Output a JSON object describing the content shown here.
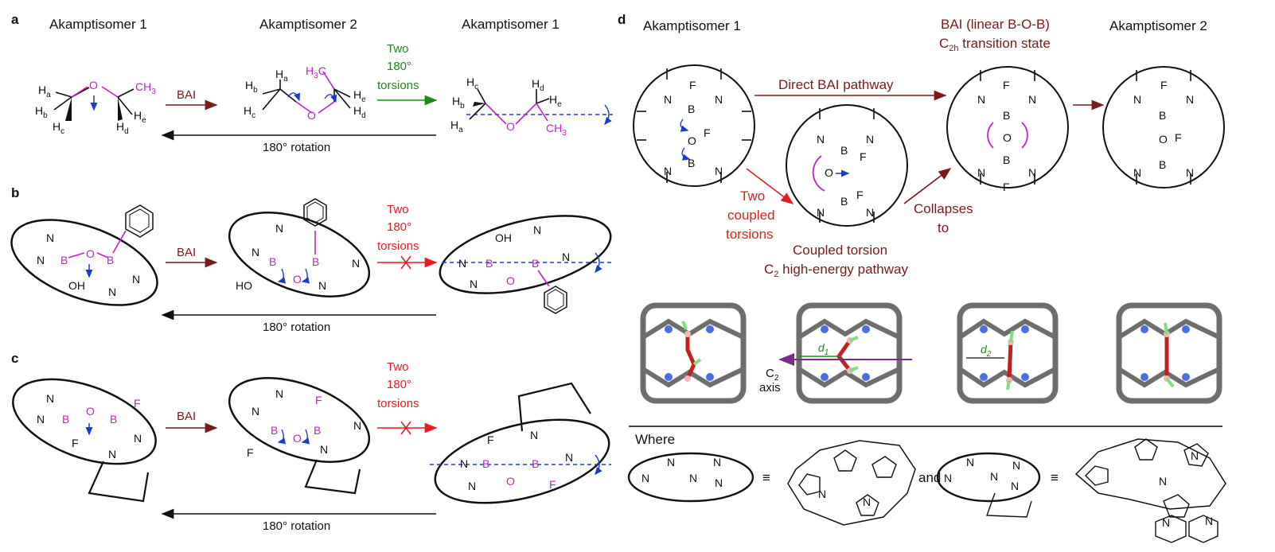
{
  "panel_a": {
    "letter": "a",
    "header_left": "Akamptisomer 1",
    "header_mid": "Akamptisomer 2",
    "header_right": "Akamptisomer 1",
    "arrow_bai": "BAI",
    "arrow_torsion_l1": "Two",
    "arrow_torsion_l2": "180°",
    "arrow_torsion_l3": "torsions",
    "back_arrow": "180° rotation",
    "atoms": {
      "ha": "H",
      "hb": "H",
      "hc": "H",
      "hd": "H",
      "he": "H",
      "o": "O",
      "ch3": "CH",
      "ch3_sub": "3",
      "h3c": "H",
      "h3c_sub": "3",
      "h3c_c": "C",
      "sub_a": "a",
      "sub_b": "b",
      "sub_c": "c",
      "sub_d": "d",
      "sub_e": "e"
    }
  },
  "panel_b": {
    "letter": "b",
    "arrow_bai": "BAI",
    "arrow_torsion_l1": "Two",
    "arrow_torsion_l2": "180°",
    "arrow_torsion_l3": "torsions",
    "back_arrow": "180° rotation",
    "atoms": {
      "n": "N",
      "b": "B",
      "o": "O",
      "oh": "OH",
      "ho": "HO"
    }
  },
  "panel_c": {
    "letter": "c",
    "arrow_bai": "BAI",
    "arrow_torsion_l1": "Two",
    "arrow_torsion_l2": "180°",
    "arrow_torsion_l3": "torsions",
    "back_arrow": "180° rotation",
    "atoms": {
      "n": "N",
      "b": "B",
      "o": "O",
      "f": "F"
    }
  },
  "panel_d": {
    "letter": "d",
    "header_left": "Akamptisomer 1",
    "header_ts_l1": "BAI (linear B-O-B)",
    "header_ts_l2_pre": "C",
    "header_ts_l2_sub": "2h",
    "header_ts_l2_post": " transition state",
    "header_right": "Akamptisomer 2",
    "direct_pathway": "Direct BAI pathway",
    "two_coupled_l1": "Two",
    "two_coupled_l2": "coupled",
    "two_coupled_l3": "torsions",
    "collapses_l1": "Collapses",
    "collapses_l2": "to",
    "coupled_l1": "Coupled torsion",
    "coupled_l2_pre": "C",
    "coupled_l2_sub": "2",
    "coupled_l2_post": " high-energy pathway",
    "d1_pre": "d",
    "d1_sub": "1",
    "d2_pre": "d",
    "d2_sub": "2",
    "c2_axis_l1_pre": "C",
    "c2_axis_l1_sub": "2",
    "c2_axis_l2": "axis",
    "where": "Where",
    "equiv_sym": "≡",
    "and": "and",
    "atoms": {
      "n": "N",
      "b": "B",
      "o": "O",
      "f": "F"
    }
  },
  "colors": {
    "maroon": "#7a1a1a",
    "magenta": "#c71fc7",
    "red": "#e41e1e",
    "green": "#1c8a1c",
    "blue": "#1a3ccc",
    "structure_gray": "#6e6e6e",
    "nitrogen_blue": "#4a6fe0",
    "boron_pink": "#f0b8b8",
    "oxygen_red": "#c02020",
    "fluorine_green": "#7fe07f"
  }
}
